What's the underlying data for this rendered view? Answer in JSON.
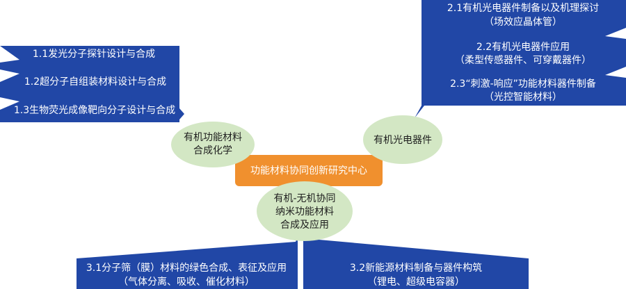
{
  "center": {
    "label": "功能材料协同创新研究中心",
    "color": "#f0902e"
  },
  "branches": {
    "organic": {
      "line1": "有机功能材料",
      "line2": "合成化学",
      "items": [
        "1.1发光分子探针设计与合成",
        "1.2超分子自组装材料设计与合成",
        "1.3生物荧光成像靶向分子设计与合成"
      ]
    },
    "optoelectronic": {
      "label": "有机光电器件",
      "items": [
        {
          "line1": "2.1有机光电器件制备以及机理探讨",
          "line2": "（场效应晶体管）"
        },
        {
          "line1": "2.2有机光电器件应用",
          "line2": "（柔型传感器件、可穿戴器件）"
        },
        {
          "line1": "2.3“刺激-响应”功能材料器件制备",
          "line2": "（光控智能材料）"
        }
      ]
    },
    "hybrid": {
      "line1": "有机-无机协同",
      "line2": "纳米功能材料",
      "line3": "合成及应用",
      "items": [
        {
          "line1": "3.1分子筛（膜）材料的绿色合成、表征及应用",
          "line2": "（气体分离、吸收、催化材料）"
        },
        {
          "line1": "3.2新能源材料制备与器件构筑",
          "line2": "（锂电、超级电容器）"
        }
      ]
    }
  },
  "colors": {
    "callout_blue": "#2147a6",
    "node_green": "#d3e7c4",
    "center_orange": "#f0902e"
  }
}
